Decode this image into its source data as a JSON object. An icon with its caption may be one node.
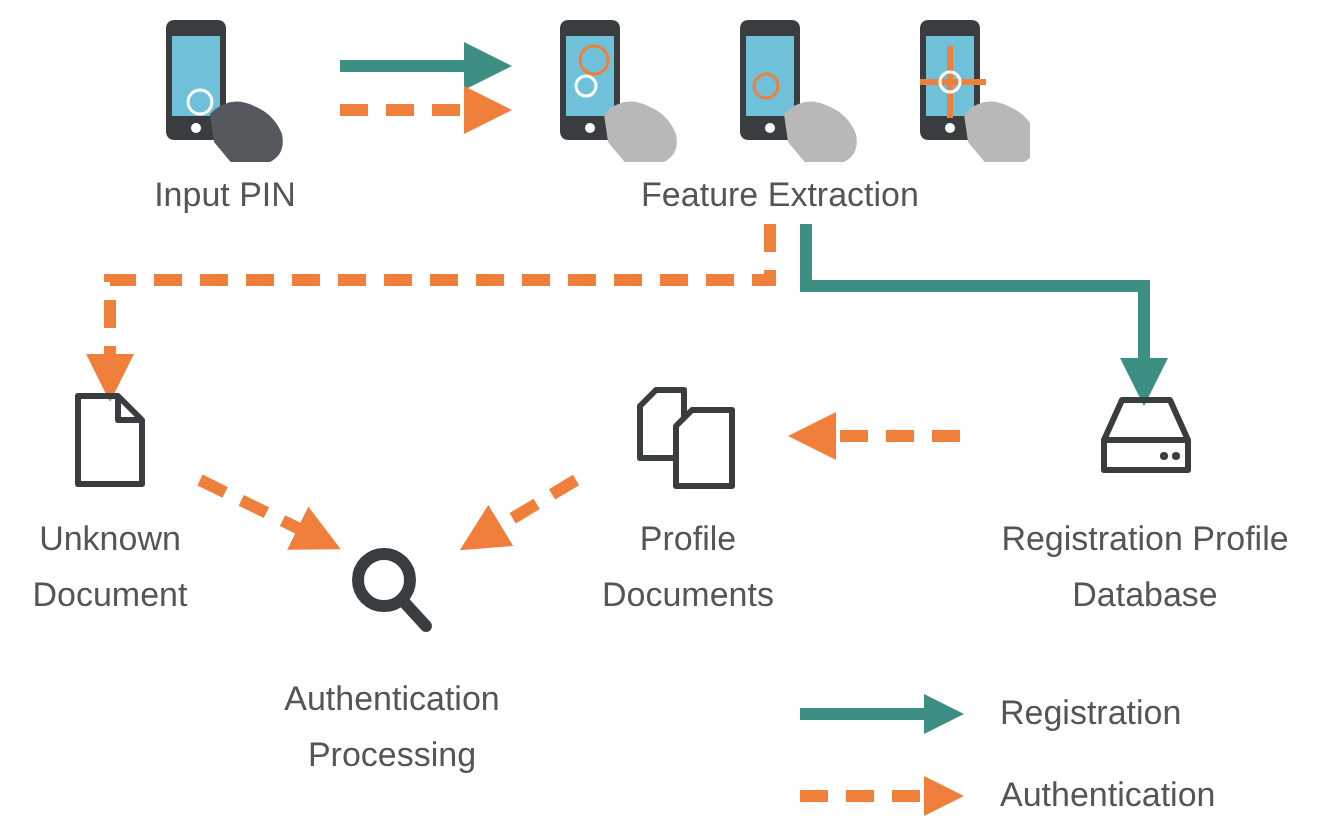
{
  "diagram": {
    "nodes": [
      {
        "text": [
          "Input PIN"
        ]
      },
      {
        "text": [
          "Feature Extraction"
        ]
      },
      {
        "text": [
          "Unknown Document"
        ]
      },
      {
        "text": [
          "Authentication Processing"
        ]
      },
      {
        "text": [
          "Profile Documents"
        ]
      },
      {
        "text": [
          "Registration Profile Database"
        ]
      }
    ],
    "edges": [
      {
        "from": 0,
        "to": 1,
        "arrow": "to",
        "color": "#3d8f84"
      },
      {
        "from": 0,
        "to": 1,
        "arrow": "to",
        "style": "dashed"
      },
      {
        "from": 1,
        "to": 2,
        "arrow": "to",
        "style": "dashed"
      },
      {
        "from": 1,
        "to": 5,
        "arrow": "to",
        "color": "#3d8f84"
      },
      {
        "from": 2,
        "to": 3,
        "arrow": "to",
        "style": "dashed"
      },
      {
        "from": 4,
        "to": 3,
        "arrow": "to",
        "style": "dashed"
      },
      {
        "from": 5,
        "to": 4,
        "arrow": "to",
        "style": "dashed"
      }
    ],
    "legend": [
      {
        "text": "Registration"
      },
      {
        "text": "Authentication"
      }
    ]
  }
}
